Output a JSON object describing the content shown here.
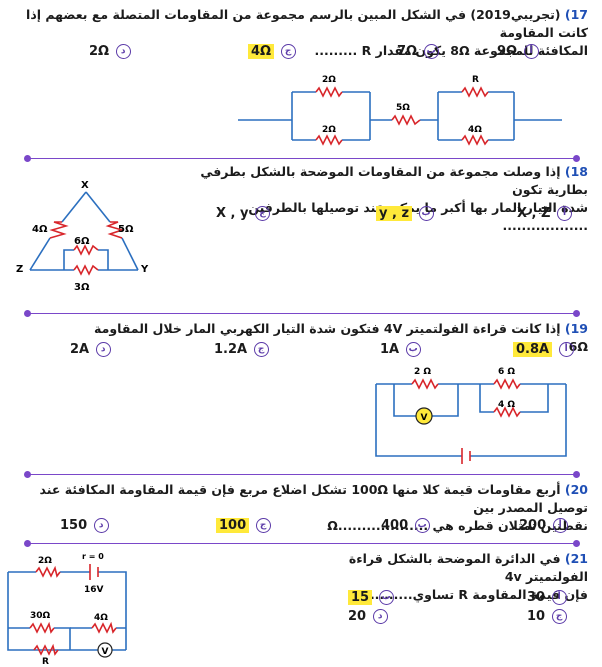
{
  "q17": {
    "number": "17)",
    "line1": "(تجريبي2019) في الشكل المبين بالرسم مجموعة من المقاومات المتصلة مع بعضهم إذا كانت المقاومة",
    "line2": "المكافئة للمجموعة 8Ω يكون مقدار R .........",
    "options": [
      {
        "symbol": "أ",
        "text": "9Ω"
      },
      {
        "symbol": "ب",
        "text": "7Ω"
      },
      {
        "symbol": "ج",
        "text": "4Ω",
        "highlight": true
      },
      {
        "symbol": "د",
        "text": "2Ω"
      }
    ],
    "diagram": {
      "r_top_left": "2Ω",
      "r_bottom_left": "2Ω",
      "r_middle": "5Ω",
      "r_top_right": "R",
      "r_bottom_right": "4Ω"
    }
  },
  "q18": {
    "number": "18)",
    "line1": "إذا وصلت مجموعة من المقاومات الموضحة بالشكل بطرفي بطارية تكون",
    "line2": "شدة التيار المار بها أكبر ما يمكن عند توصيلها بالطرفين ..................",
    "options": [
      {
        "symbol": "أ",
        "text": "X , Z"
      },
      {
        "symbol": "ب",
        "text": "y , z",
        "highlight": true
      },
      {
        "symbol": "ج",
        "text": "X , y"
      }
    ],
    "diagram": {
      "node_x": "X",
      "node_y": "Y",
      "node_z": "Z",
      "r_left": "4Ω",
      "r_right": "5Ω",
      "r_inner": "6Ω",
      "r_bottom": "3Ω"
    }
  },
  "q19": {
    "number": "19)",
    "line1": "إذا كانت قراءة الفولتميتر 4V فتكون شدة التيار الكهربي المار خلال المقاومة 6Ω",
    "options": [
      {
        "symbol": "أ",
        "text": "0.8A",
        "highlight": true
      },
      {
        "symbol": "ب",
        "text": "1A"
      },
      {
        "symbol": "ج",
        "text": "1.2A"
      },
      {
        "symbol": "د",
        "text": "2A"
      }
    ],
    "diagram": {
      "r_left": "2 Ω",
      "r_right_top": "6 Ω",
      "r_right_bottom": "4 Ω",
      "voltmeter": "V"
    }
  },
  "q20": {
    "number": "20)",
    "line1": "أربع مقاومات قيمة كلا منها 100Ω تشكل اضلاع مربع فإن قيمة المقاومة المكافئة عند توصيل المصدر بين",
    "line2": "نقطتين تمثلان قطره هي ...................Ω",
    "options": [
      {
        "symbol": "أ",
        "text": "200"
      },
      {
        "symbol": "ب",
        "text": "400"
      },
      {
        "symbol": "ج",
        "text": "100",
        "highlight": true
      },
      {
        "symbol": "د",
        "text": "150"
      }
    ]
  },
  "q21": {
    "number": "21)",
    "line1": "في الدائرة الموضحة بالشكل قراءة الفولتميتر 4v",
    "line2": "فإن قيمة المقاومة R تساوي.........Ω",
    "options": [
      {
        "symbol": "أ",
        "text": "30"
      },
      {
        "symbol": "ب",
        "text": "15",
        "highlight": true
      },
      {
        "symbol": "ج",
        "text": "10"
      },
      {
        "symbol": "د",
        "text": "20"
      }
    ],
    "diagram": {
      "r_top": "2Ω",
      "r_internal": "r = 0",
      "emf": "16V",
      "r_mid": "30Ω",
      "r_right": "4Ω",
      "r_bottom": "R",
      "voltmeter": "V"
    }
  }
}
